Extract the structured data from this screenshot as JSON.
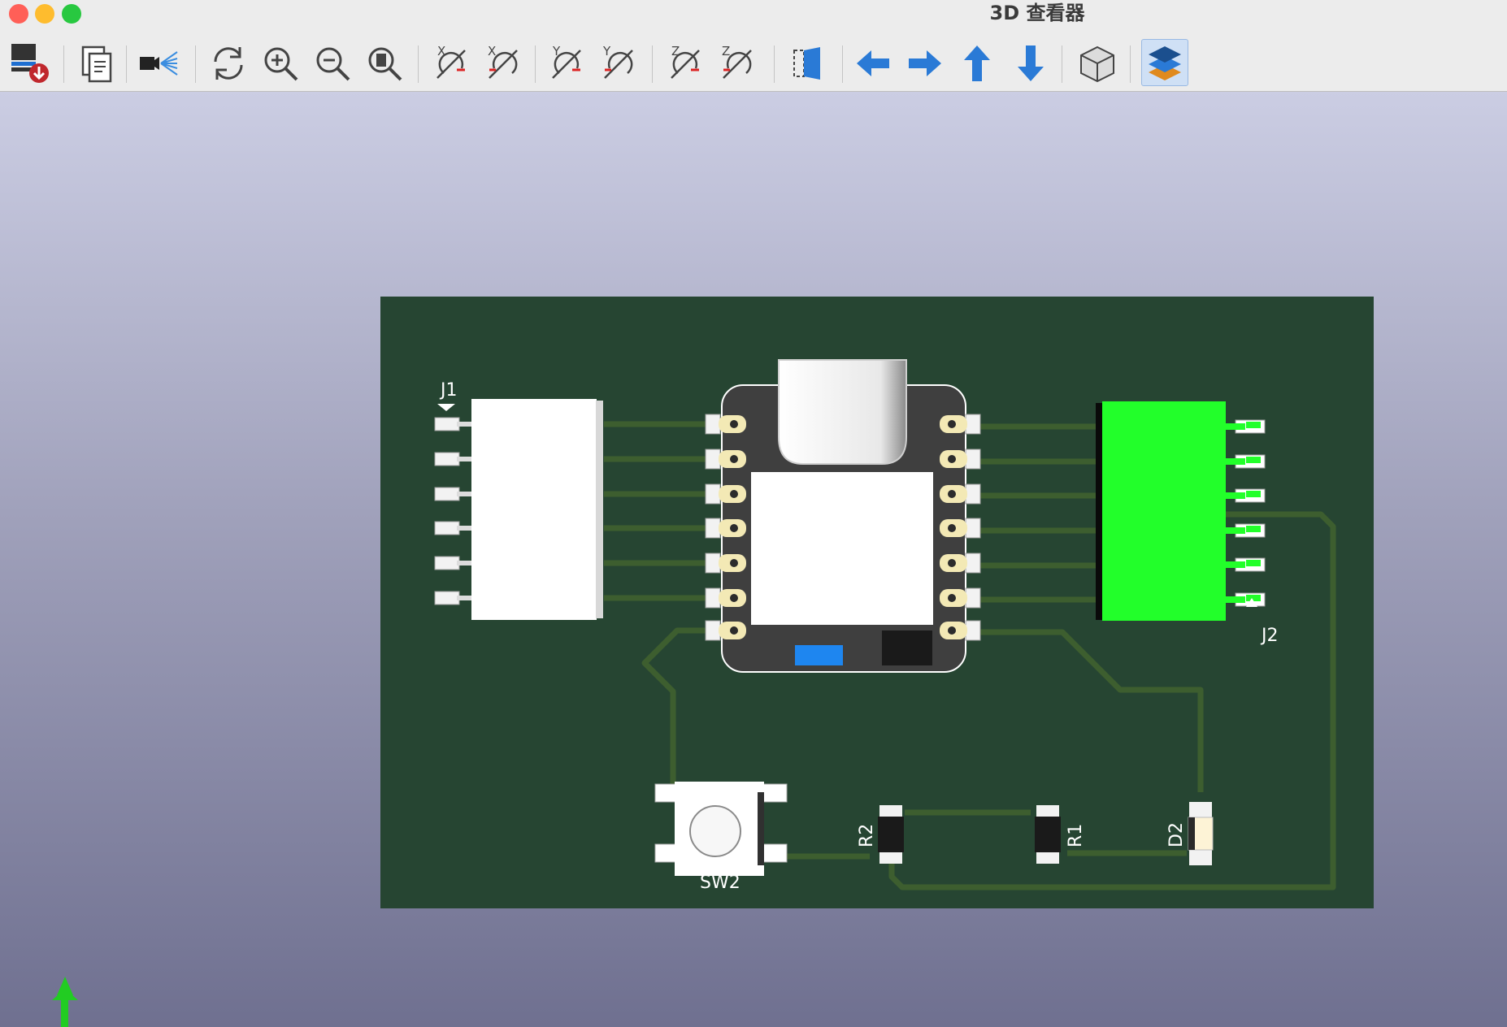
{
  "window": {
    "title": "3D 查看器",
    "traffic_lights": {
      "close": "#ff5f57",
      "minimize": "#febc2e",
      "zoom": "#28c840"
    }
  },
  "toolbar": {
    "buttons": [
      {
        "icon": "render-export-icon",
        "name": "render-export-button"
      },
      {
        "icon": "copy-image-icon",
        "name": "copy-image-button"
      },
      {
        "icon": "camera-raytracing-icon",
        "name": "raytracing-button"
      },
      {
        "icon": "reload-icon",
        "name": "reload-button"
      },
      {
        "icon": "zoom-in-icon",
        "name": "zoom-in-button"
      },
      {
        "icon": "zoom-out-icon",
        "name": "zoom-out-button"
      },
      {
        "icon": "zoom-fit-icon",
        "name": "zoom-fit-button"
      },
      {
        "icon": "rotate-x-cw-icon",
        "name": "rotate-x-cw-button",
        "label": "X"
      },
      {
        "icon": "rotate-x-ccw-icon",
        "name": "rotate-x-ccw-button",
        "label": "X"
      },
      {
        "icon": "rotate-y-cw-icon",
        "name": "rotate-y-cw-button",
        "label": "Y"
      },
      {
        "icon": "rotate-y-ccw-icon",
        "name": "rotate-y-ccw-button",
        "label": "Y"
      },
      {
        "icon": "rotate-z-cw-icon",
        "name": "rotate-z-cw-button",
        "label": "Z"
      },
      {
        "icon": "rotate-z-ccw-icon",
        "name": "rotate-z-ccw-button",
        "label": "Z"
      },
      {
        "icon": "flip-board-icon",
        "name": "flip-board-button"
      },
      {
        "icon": "arrow-left-icon",
        "name": "pan-left-button"
      },
      {
        "icon": "arrow-right-icon",
        "name": "pan-right-button"
      },
      {
        "icon": "arrow-up-icon",
        "name": "pan-up-button"
      },
      {
        "icon": "arrow-down-icon",
        "name": "pan-down-button"
      },
      {
        "icon": "orthographic-cube-icon",
        "name": "orthographic-button"
      },
      {
        "icon": "layers-icon",
        "name": "layers-toggle-button",
        "active": true
      }
    ]
  },
  "board": {
    "color": "#264532",
    "trace_color": "#3d5e2f",
    "references": {
      "j1": "J1",
      "j2": "J2",
      "sw2": "SW2",
      "r1": "R1",
      "r2": "R2",
      "d2": "D2"
    },
    "connector_j2_color": "#22ff2a",
    "module_led_color": "#1e86f0"
  },
  "axis_indicator": {
    "color": "#22cc22"
  }
}
